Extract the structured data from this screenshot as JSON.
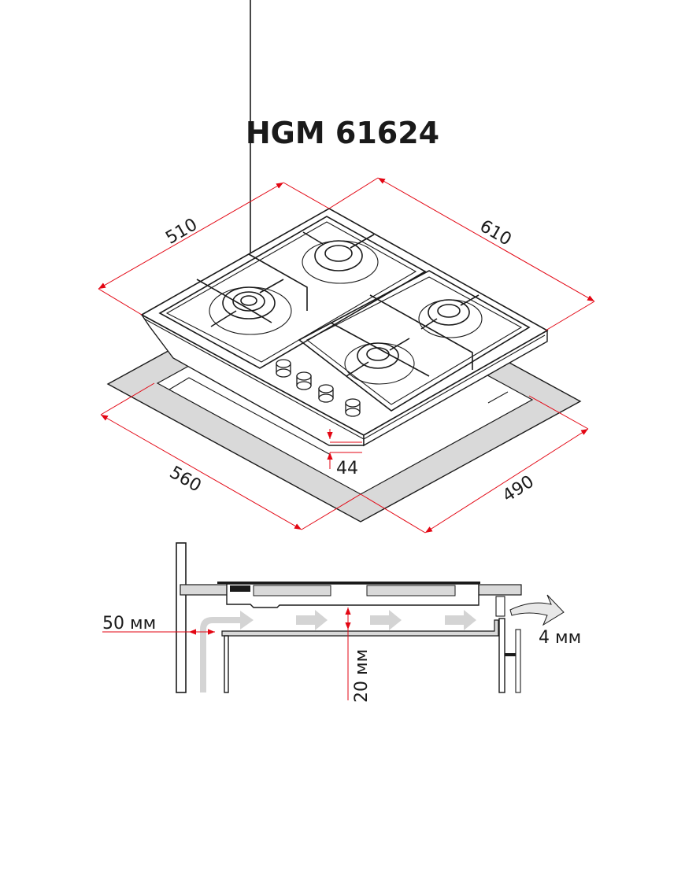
{
  "title": "HGM 61624",
  "dimensions": {
    "depth_hob": "510",
    "width_hob": "610",
    "cutout_width": "560",
    "cutout_depth": "490",
    "height": "44"
  },
  "installation": {
    "wall_gap": "50 мм",
    "air_gap": "20 мм",
    "vent_gap": "4 мм"
  },
  "colors": {
    "dimension_line": "#e30613",
    "cutout_fill": "#d9d9d9",
    "airflow_arrow": "#d4d4d4"
  }
}
